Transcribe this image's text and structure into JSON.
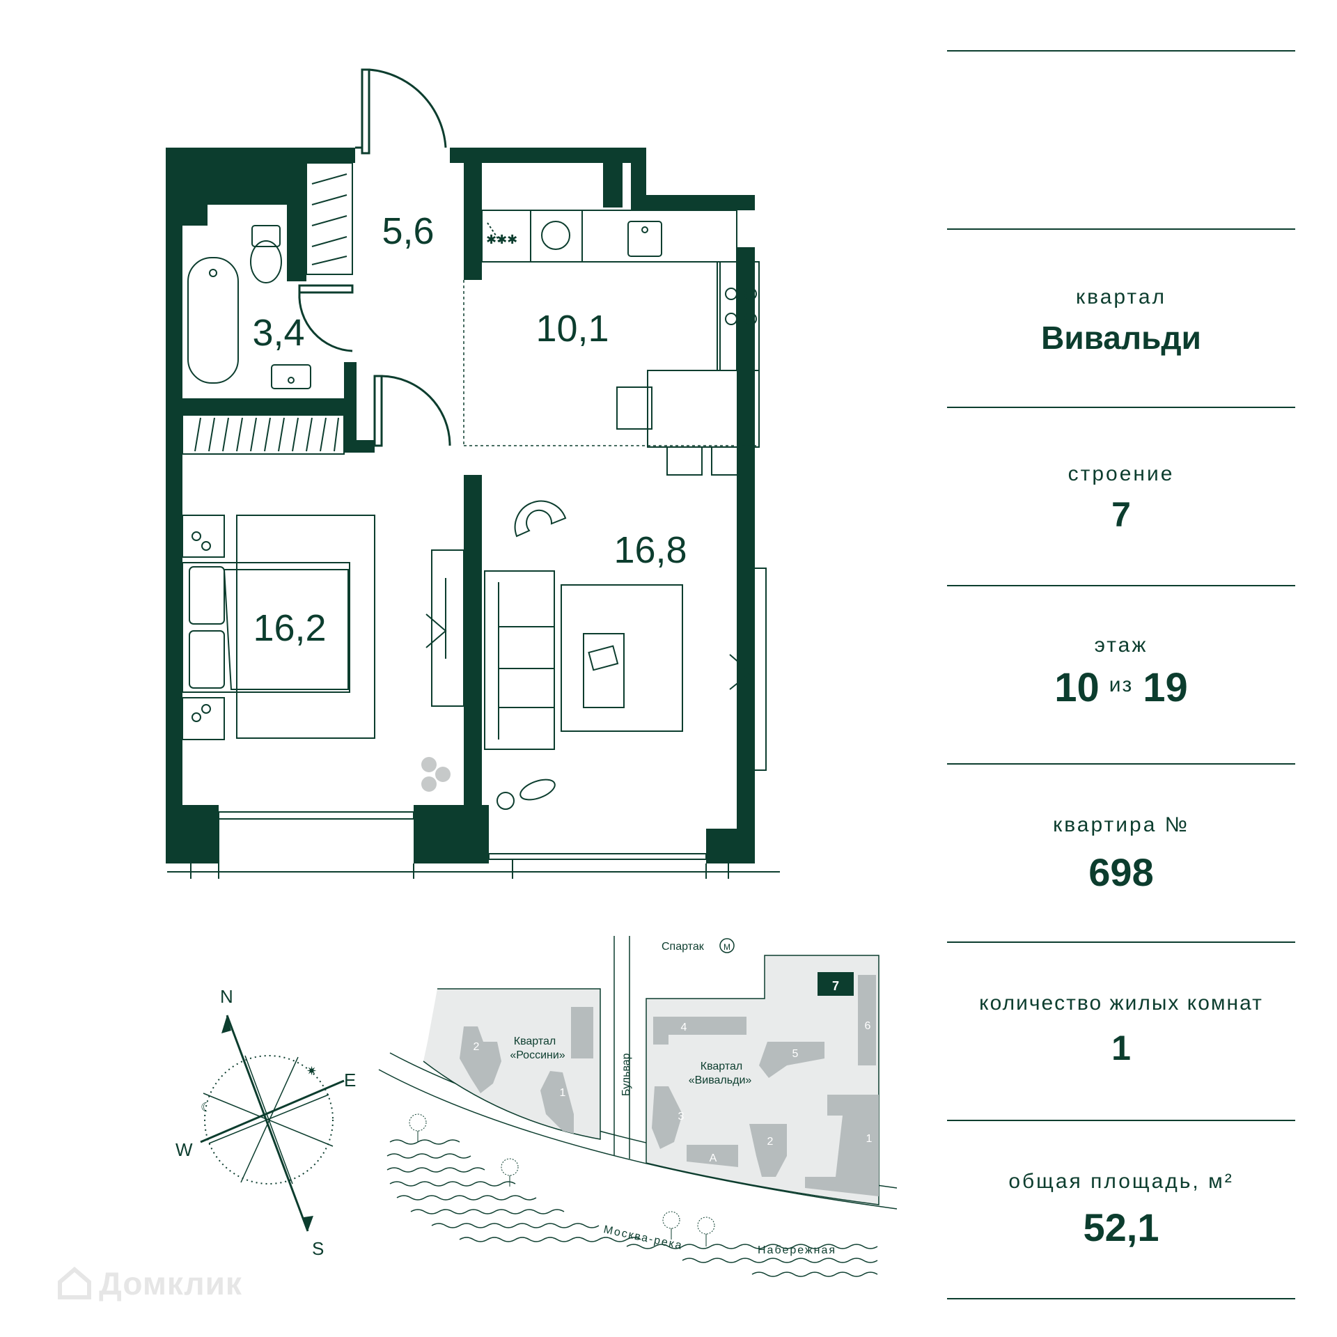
{
  "rooms": [
    {
      "id": "hall",
      "area": "5,6"
    },
    {
      "id": "bath",
      "area": "3,4"
    },
    {
      "id": "kitchen",
      "area": "10,1"
    },
    {
      "id": "bedroom",
      "area": "16,2"
    },
    {
      "id": "living",
      "area": "16,8"
    }
  ],
  "info": {
    "district_label": "квартал",
    "district_value": "Вивальди",
    "building_label": "строение",
    "building_value": "7",
    "floor_label": "этаж",
    "floor_current": "10",
    "floor_separator": "из",
    "floor_total": "19",
    "apartment_label": "квартира №",
    "apartment_value": "698",
    "rooms_label": "количество жилых комнат",
    "rooms_value": "1",
    "area_label": "общая площадь, м²",
    "area_value": "52,1"
  },
  "compass": {
    "n": "N",
    "e": "E",
    "w": "W",
    "s": "S"
  },
  "sitemap": {
    "metro_label": "Спартак",
    "metro_symbol": "М",
    "boulevard_label": "Бульвар",
    "river_label": "Москва-река",
    "embankment_label": "Набережная",
    "rossini_line1": "Квартал",
    "rossini_line2": "«Россини»",
    "vivaldi_line1": "Квартал",
    "vivaldi_line2": "«Вивальди»",
    "buildings_rossini": [
      "2",
      "1"
    ],
    "buildings_vivaldi": [
      "4",
      "5",
      "6",
      "3",
      "2",
      "1",
      "A"
    ],
    "highlighted_building": "7"
  },
  "watermark": "Домклик",
  "colors": {
    "primary": "#0c3d2e",
    "site_fill": "#e9ebeb",
    "site_building": "#b6bcbd"
  }
}
